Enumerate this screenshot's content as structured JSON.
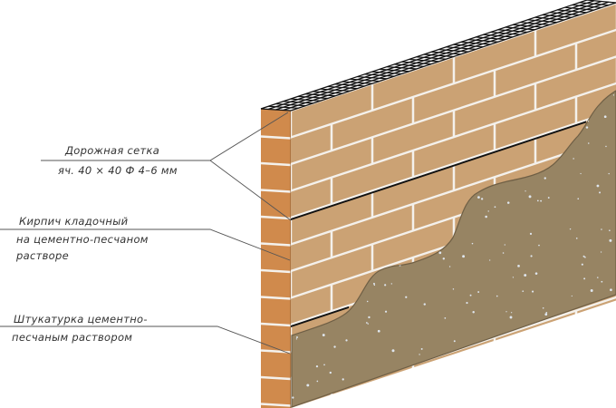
{
  "labels": {
    "mesh": {
      "line1": "Дорожная сетка",
      "line2": "яч. 40 × 40 Ф 4–6 мм"
    },
    "brick": {
      "line1": "Кирпич кладочный",
      "line2": "на цементно-песчаном",
      "line3": "растворе"
    },
    "plaster": {
      "line1": "Штукатурка цементно-",
      "line2": "песчаным  раствором"
    }
  },
  "colors": {
    "brick_face": "#cba274",
    "brick_side": "#d08a4c",
    "mortar": "#f4f1ec",
    "plaster": "#978463",
    "leader": "#555555"
  }
}
